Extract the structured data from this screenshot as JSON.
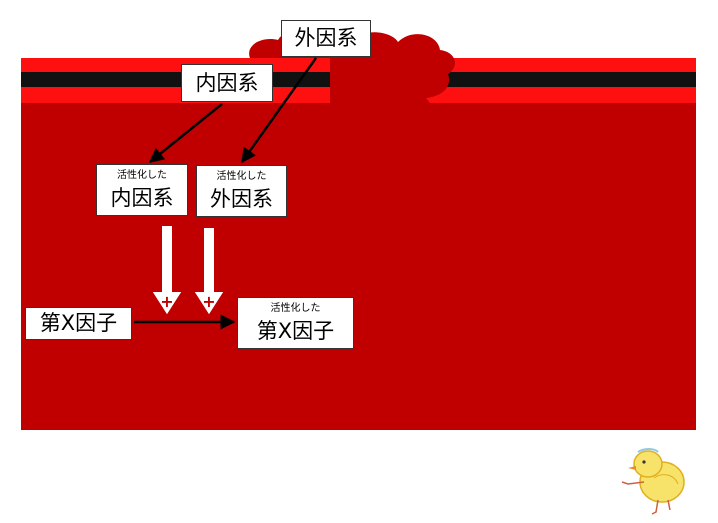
{
  "colors": {
    "tissue": "#c00000",
    "vessel_wall": "#ff1010",
    "vessel_line": "#111111",
    "arrow_fill": "#ffffff",
    "arrow_outline": "#c00000",
    "label_border": "#333333"
  },
  "labels": {
    "extrinsic": "外因系",
    "intrinsic": "内因系",
    "activated_prefix": "活性化した",
    "activated_intrinsic": "内因系",
    "activated_extrinsic": "外因系",
    "factor_x": "第X因子",
    "activated_factor_x": "第X因子",
    "plus": "+"
  },
  "decor": {
    "mascot": "chick-doodle"
  }
}
